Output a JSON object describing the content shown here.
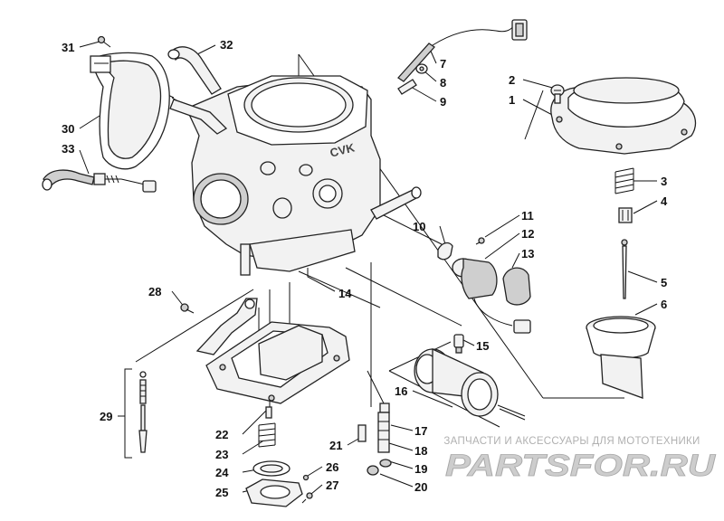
{
  "watermark": {
    "tagline": "ЗАПЧАСТИ И АКСЕССУАРЫ ДЛЯ МОТОТЕХНИКИ",
    "logo_text": "PARTSFOR.RU",
    "color": "#b6b6b6"
  },
  "body_marking": "CVK",
  "callouts": [
    "1",
    "2",
    "3",
    "4",
    "5",
    "6",
    "7",
    "8",
    "9",
    "10",
    "11",
    "12",
    "13",
    "14",
    "15",
    "16",
    "17",
    "18",
    "19",
    "20",
    "21",
    "22",
    "23",
    "24",
    "25",
    "26",
    "27",
    "28",
    "29",
    "30",
    "31",
    "32",
    "33"
  ]
}
